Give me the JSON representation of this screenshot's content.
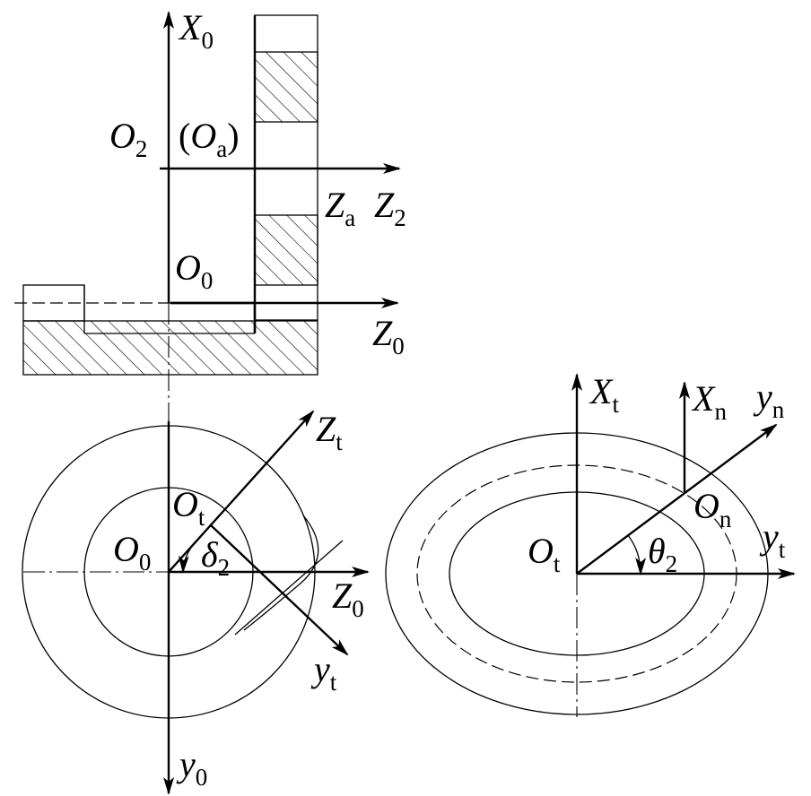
{
  "labels": {
    "X0": {
      "base": "X",
      "sub": "0"
    },
    "O2": {
      "base": "O",
      "sub": "2"
    },
    "Oa": {
      "open": "(",
      "base": "O",
      "sub": "a",
      "close": ")"
    },
    "Za": {
      "base": "Z",
      "sub": "a"
    },
    "Z2": {
      "base": "Z",
      "sub": "2"
    },
    "O0_top": {
      "base": "O",
      "sub": "0"
    },
    "Z0_top": {
      "base": "Z",
      "sub": "0"
    },
    "Zt": {
      "base": "Z",
      "sub": "t"
    },
    "Ot_left": {
      "base": "O",
      "sub": "t"
    },
    "O0_left": {
      "base": "O",
      "sub": "0"
    },
    "delta2": {
      "base": "δ",
      "sub": "2"
    },
    "Z0_left": {
      "base": "Z",
      "sub": "0"
    },
    "yt_left": {
      "base": "y",
      "sub": "t"
    },
    "y0": {
      "base": "y",
      "sub": "0"
    },
    "Xt": {
      "base": "X",
      "sub": "t"
    },
    "Xn": {
      "base": "X",
      "sub": "n"
    },
    "yn": {
      "base": "y",
      "sub": "n"
    },
    "On": {
      "base": "O",
      "sub": "n"
    },
    "Ot_right": {
      "base": "O",
      "sub": "t"
    },
    "theta2": {
      "base": "θ",
      "sub": "2"
    },
    "yt_right": {
      "base": "y",
      "sub": "t"
    }
  }
}
